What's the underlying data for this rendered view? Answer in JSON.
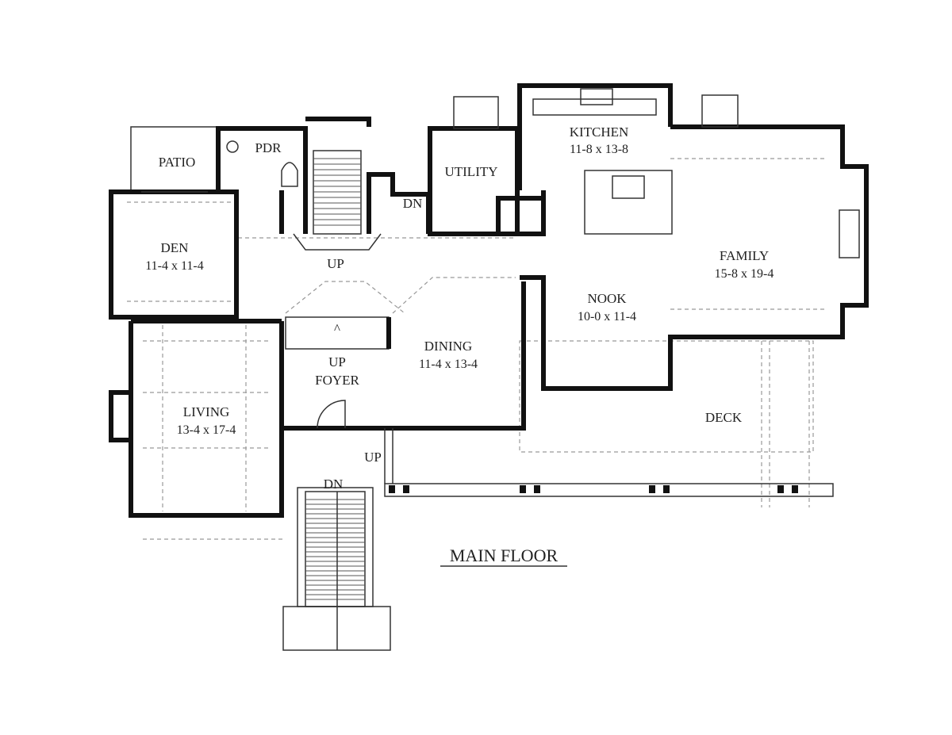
{
  "plan": {
    "title": "MAIN FLOOR",
    "rooms": {
      "patio": {
        "name": "PATIO"
      },
      "pdr": {
        "name": "PDR"
      },
      "den": {
        "name": "DEN",
        "size": "11-4 x 11-4"
      },
      "kitchen": {
        "name": "KITCHEN",
        "size": "11-8 x 13-8"
      },
      "utility": {
        "name": "UTILITY"
      },
      "family": {
        "name": "FAMILY",
        "size": "15-8 x 19-4"
      },
      "nook": {
        "name": "NOOK",
        "size": "10-0 x 11-4"
      },
      "dining": {
        "name": "DINING",
        "size": "11-4 x 13-4"
      },
      "foyer": {
        "name": "FOYER"
      },
      "living": {
        "name": "LIVING",
        "size": "13-4 x 17-4"
      },
      "deck": {
        "name": "DECK"
      }
    },
    "stair_labels": {
      "main_up": "UP",
      "down_small": "DN",
      "foyer_up": "UP",
      "porch_up": "UP",
      "front_dn": "DN"
    }
  }
}
